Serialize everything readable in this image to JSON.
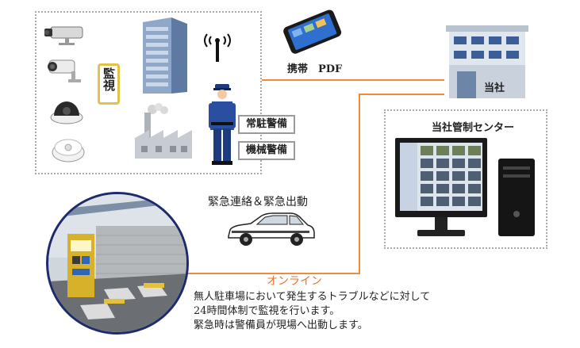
{
  "monitor_label": "監視",
  "mobile_label": "携帯　PDF",
  "company_label": "当社",
  "guard_labels": [
    "常駐警備",
    "機械警備"
  ],
  "control_center_title": "当社管制センター",
  "dispatch_label": "緊急連絡＆緊急出動",
  "online_label": "オンライン",
  "description": [
    "無人駐車場において発生するトラブルなどに対して",
    "24時間体制で監視を行います。",
    "緊急時は警備員が現場へ出動します。"
  ],
  "colors": {
    "connector": "#f08a3c",
    "monitor_border": "#e2c34a",
    "online_text": "#e8742c"
  },
  "icons": [
    "box-camera-icon",
    "bullet-camera-icon",
    "dome-camera-icon",
    "smoke-detector-icon",
    "office-building-icon",
    "factory-icon",
    "antenna-icon",
    "security-guard-icon",
    "smartphone-icon",
    "company-building-icon",
    "desktop-computer-icon",
    "taxi-car-icon",
    "parking-lot-photo"
  ]
}
